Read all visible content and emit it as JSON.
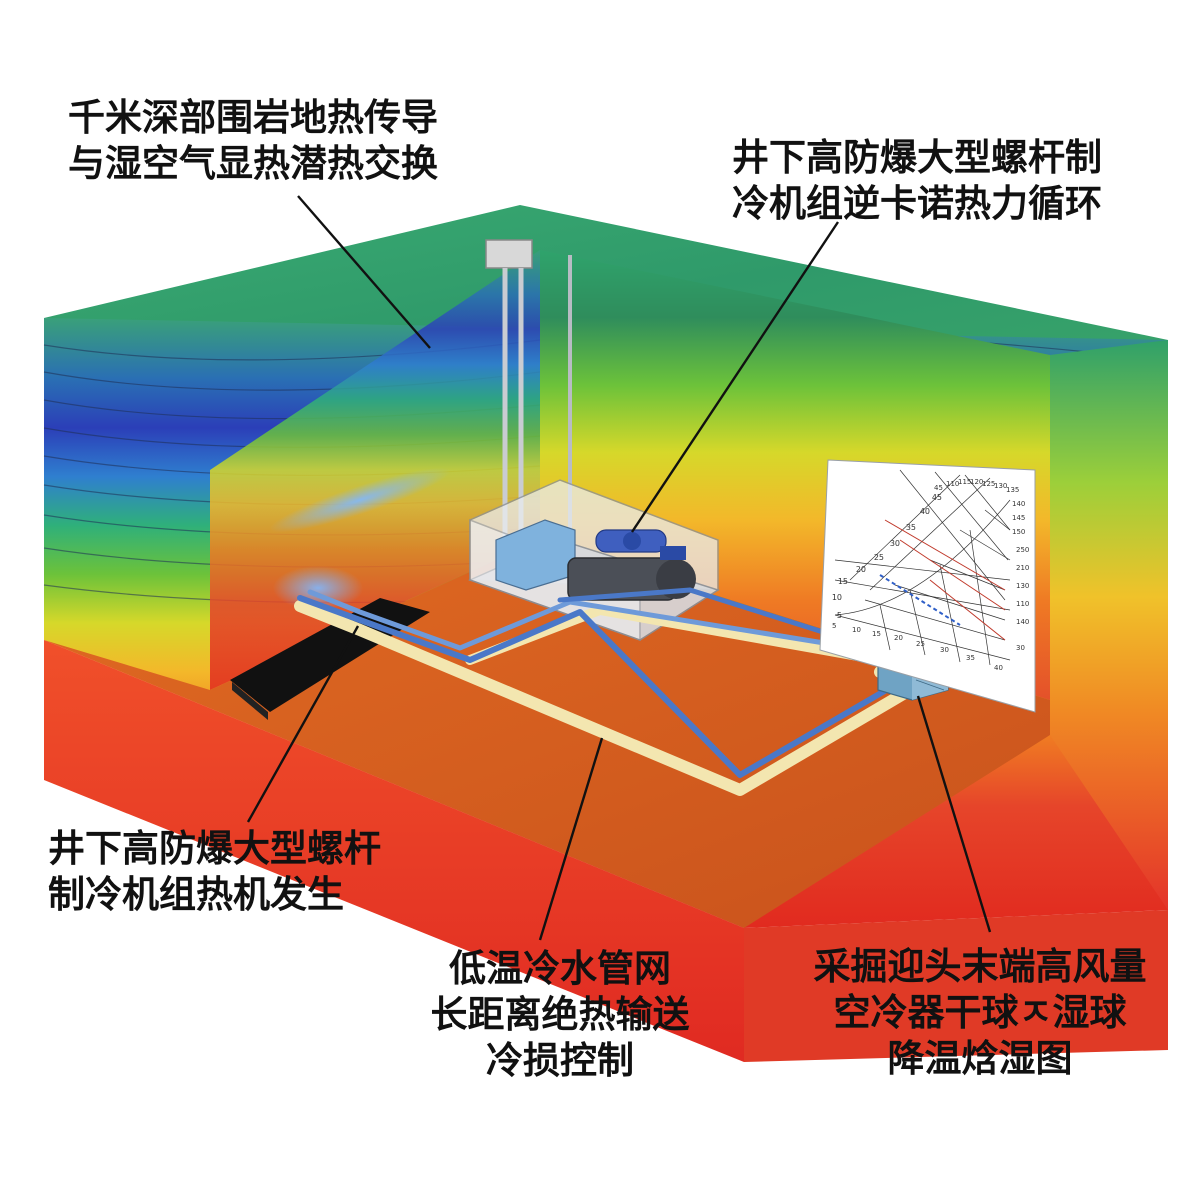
{
  "labels": {
    "rock_heat": [
      "千米深部围岩地热传导",
      "与湿空气显热潜热交换"
    ],
    "chiller_cycle": [
      "井下高防爆大型螺杆制",
      "冷机组逆卡诺热力循环"
    ],
    "chiller_heat": [
      "井下高防爆大型螺杆",
      "制冷机组热机发生"
    ],
    "pipe_network": [
      "低温冷水管网",
      "长距离绝热输送",
      "冷损控制"
    ],
    "air_cooler": [
      "采掘迎头末端高风量",
      "空冷器干球ㅈ湿球",
      "降温焓湿图"
    ]
  },
  "psychrometric_chart": {
    "left_ticks": [
      "45",
      "40",
      "35",
      "30",
      "25",
      "20",
      "15",
      "10",
      "5"
    ],
    "top_ticks": [
      "45",
      "110",
      "115",
      "120",
      "125",
      "130",
      "135",
      "140",
      "145",
      "150"
    ],
    "right_ticks": [
      "250",
      "210",
      "130",
      "110",
      "140",
      "30"
    ],
    "bottom_ticks": [
      "5",
      "10",
      "15",
      "20",
      "25",
      "30",
      "35",
      "40"
    ]
  },
  "colors": {
    "rock_cool": "#2b3fb8",
    "rock_hot": "#e12a1f",
    "floor": "#d9611f",
    "pipe_blue": "#4a78c8",
    "pipe_insulation": "#f3e6b0"
  }
}
